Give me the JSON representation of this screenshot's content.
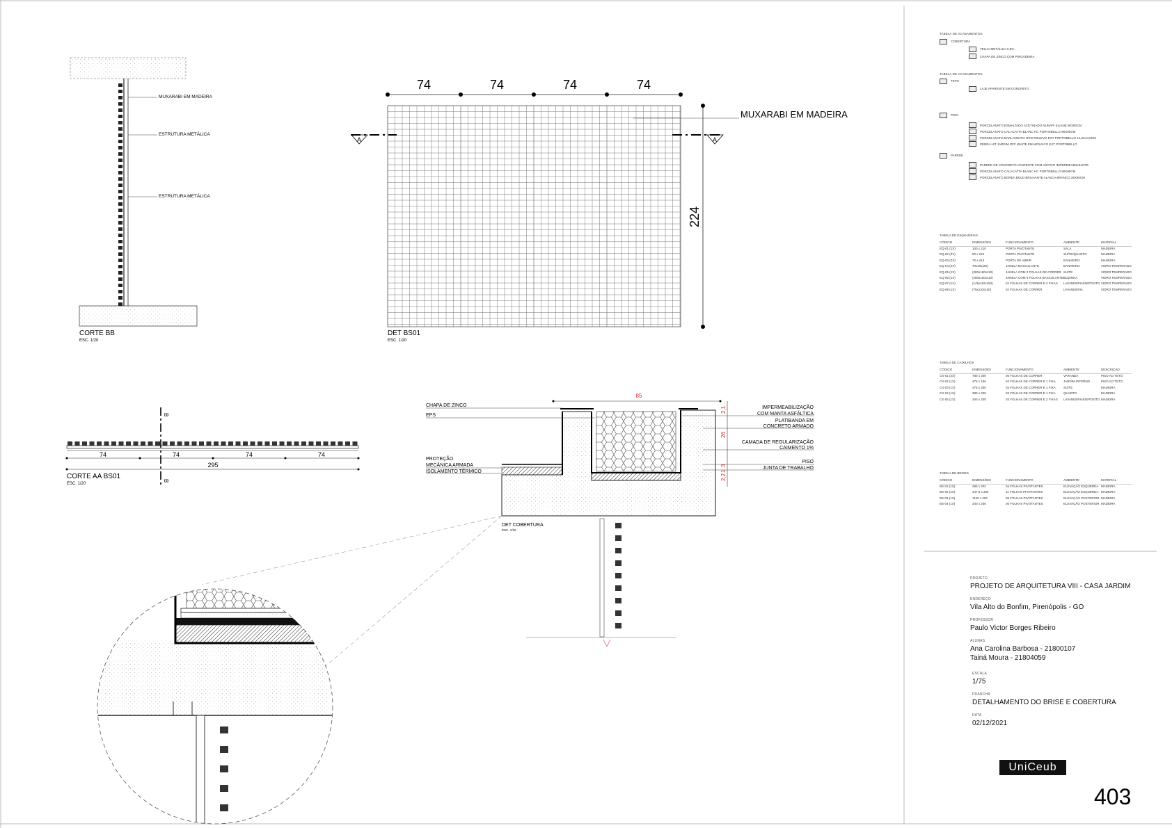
{
  "drawings": {
    "corte_bb": {
      "title": "CORTE BB",
      "scale": "ESC. 1/20",
      "labels": [
        "MUXARABI EM MADEIRA",
        "ESTRUTURA METÁLICA",
        "ESTRUTURA METÁLICA"
      ]
    },
    "det_bs01": {
      "title": "DET BS01",
      "scale": "ESC. 1/20",
      "dims_top": [
        "74",
        "74",
        "74",
        "74"
      ],
      "dim_height": "224",
      "label": "MUXARABI EM MADEIRA",
      "section_mark": "A"
    },
    "corte_aa": {
      "title": "CORTE AA BS01",
      "scale": "ESC. 1/20",
      "dims": [
        "74",
        "74",
        "74",
        "74"
      ],
      "total": "295",
      "section_mark": "B"
    },
    "det_cobertura": {
      "title": "DET COBERTURA",
      "scale": "ESC. 1/10",
      "width_dim": "85",
      "dims_right": [
        "2,1",
        "26",
        "3",
        "1",
        "2,2"
      ],
      "labels_left": [
        "CHAPA DE ZINCO",
        "EPS",
        "PROTEÇÃO",
        "MECÂNICA ARMADA",
        "ISOLAMENTO TÉRMICO"
      ],
      "labels_right": [
        "IMPERMEABILIZAÇÃO",
        "COM MANTA ASFÁLTICA",
        "PLATIBANDA EM",
        "CONCRETO ARMADO",
        "CAMADA DE REGULARIZAÇÃO",
        "CAIMENTO 1%",
        "PISO",
        "JUNTA DE TRABALHO"
      ]
    }
  },
  "tables": {
    "acabamentos_cobertura": {
      "title": "TABELA DE ACABAMENTOS",
      "group": "COBERTURA",
      "items": [
        "TELHA METÁLICA 0,8%",
        "CHAPA DE ZINCO COM PINGADEIRA"
      ]
    },
    "acabamentos_teto": {
      "title": "TABELA DE ACABAMENTOS",
      "group": "TETO",
      "items": [
        "LAJE APARENTE EM CONCRETO"
      ]
    },
    "acabamentos_piso": {
      "group": "PISO",
      "items": [
        "PORCELANATO ESMALTADO ACETINADO NUNAPI ELIANE 90X90CM",
        "PORCELANATO CALACATTA BLANC HC PORTOBELLO 90X90CM",
        "PORCELANATO BARLAVENTO GRIS RELEVO EXT PORTOBELLO 14,5X14,5CM",
        "PEDRA HIT JARDIM OFF WHITE EM MOSAICO EXT PORTOBELLO"
      ]
    },
    "acabamentos_parede": {
      "group": "PAREDE",
      "items": [
        "PAREDE DE CONCRETO APARENTE COM ADITIVO IMPERMEABILIZANTE",
        "PORCELANATO CALACATTA BLANC HC PORTOBELLO 90X90CM",
        "PORCELANATO BORDA BOLD BRILHANTE ALASCA BRANCO 25X50CM"
      ]
    },
    "esquadrias": {
      "title": "TABELA DE ESQUADRIAS",
      "headers": [
        "CÓDIGO",
        "DIMENSÕES",
        "FUNCIONAMENTO",
        "AMBIENTE",
        "MATERIAL"
      ],
      "rows": [
        [
          "EQ-01 (1X)",
          "100 x 210",
          "PORTA PIVOTANTE",
          "SALA",
          "MADEIRA"
        ],
        [
          "EQ-02 (3X)",
          "90 x 210",
          "PORTA PIVOTANTE",
          "SUÍTE/QUARTO",
          "MADEIRA"
        ],
        [
          "EQ-03 (2X)",
          "70 x 210",
          "PORTA DE ABRIR",
          "BANHEIRO",
          "MADEIRA"
        ],
        [
          "EQ-04 (2X)",
          "70x40x(20)",
          "JANELA BASCULANTE",
          "BANHEIRO",
          "VIDRO TEMPERADO"
        ],
        [
          "EQ-05 (1X)",
          "(280x180x110)",
          "JANELA COM 2 FOLHAS DE CORRER",
          "SUÍTE",
          "VIDRO TEMPERADO"
        ],
        [
          "EQ-06 (1X)",
          "(280x100x110)",
          "JANELA COM 4 FOLHAS BASCULANTES",
          "COZINHA",
          "VIDRO TEMPERADO"
        ],
        [
          "EQ-07 (1X)",
          "(145x110x150)",
          "02 FOLHAS DE CORRER E 2 FIXAS",
          "LAVANDERIA/DEPÓSITO",
          "VIDRO TEMPERADO"
        ],
        [
          "EQ-08 (1X)",
          "(75x110x150)",
          "02 FOLHAS DE CORRER",
          "LAVANDERIA",
          "VIDRO TEMPERADO"
        ]
      ]
    },
    "caixilhos": {
      "title": "TABELA DE CAIXILHOS",
      "headers": [
        "CÓDIGO",
        "DIMENSÕES",
        "FUNCIONAMENTO",
        "AMBIENTE",
        "DESCRIÇÃO"
      ],
      "rows": [
        [
          "CX-01 (2X)",
          "780 x 300",
          "06 FOLHAS DE CORRER",
          "VARANDA",
          "PISO AO TETO"
        ],
        [
          "CX-02 (1X)",
          "475 x 196",
          "04 FOLHAS DE CORRER E 1 FIXA",
          "JARDIM INTERNO",
          "PISO AO TETO"
        ],
        [
          "CX-03 (1X)",
          "475 x 300",
          "04 FOLHAS DE CORRER E 1 FIXA",
          "SUÍTE",
          "MADEIRA"
        ],
        [
          "CX-04 (1X)",
          "380 x 205",
          "03 FOLHAS DE CORRER E 1 FIXA",
          "QUARTO",
          "MADEIRA"
        ],
        [
          "CX-05 (1X)",
          "340 x 205",
          "03 FOLHAS DE CORRER E 2 FIXAS",
          "LAVANDERIA/DEPÓSITO",
          "MADEIRA"
        ]
      ]
    },
    "brises": {
      "title": "TABELA DE BRISES",
      "headers": [
        "CÓDIGO",
        "DIMENSÕES",
        "FUNCIONAMENTO",
        "AMBIENTE",
        "MATERIAL"
      ],
      "rows": [
        [
          "BS-01 (1X)",
          "295 x 202",
          "04 FOLHAS PIVOTANTES",
          "ELEVAÇÃO ESQUERDA",
          "MADEIRA"
        ],
        [
          "BS-02 (1X)",
          "447,5 x 202",
          "11 FOLHAS PIVOTANTES",
          "ELEVAÇÃO ESQUERDA",
          "MADEIRA"
        ],
        [
          "BS-03 (1X)",
          "1125 x 202",
          "08 FOLHAS PIVOTANTES",
          "ELEVAÇÃO POSTERIOR",
          "MADEIRA"
        ],
        [
          "BS-04 (1X)",
          "340 x 205",
          "06 FOLHAS PIVOTANTES",
          "ELEVAÇÃO POSTERIOR",
          "MADEIRA"
        ]
      ]
    }
  },
  "title_block": {
    "projeto_label": "PROJETO",
    "projeto": "PROJETO DE ARQUITETURA VIII - CASA JARDIM",
    "endereco_label": "ENDEREÇO",
    "endereco": "Vila Alto do Bonfim, Pirenópolis - GO",
    "professor_label": "PROFESSOR",
    "professor": "Paulo Victor Borges Ribeiro",
    "alunas_label": "ALUNAS",
    "aluna1": "Ana Carolina Barbosa - 21800107",
    "aluna2": "Tainá Moura - 21804059",
    "escala_label": "ESCALA",
    "escala": "1/75",
    "prancha_label": "PRANCHA",
    "prancha": "DETALHAMENTO DO BRISE E COBERTURA",
    "data_label": "DATA",
    "data": "02/12/2021",
    "logo": "UniCeub",
    "sheet_number": "403"
  }
}
